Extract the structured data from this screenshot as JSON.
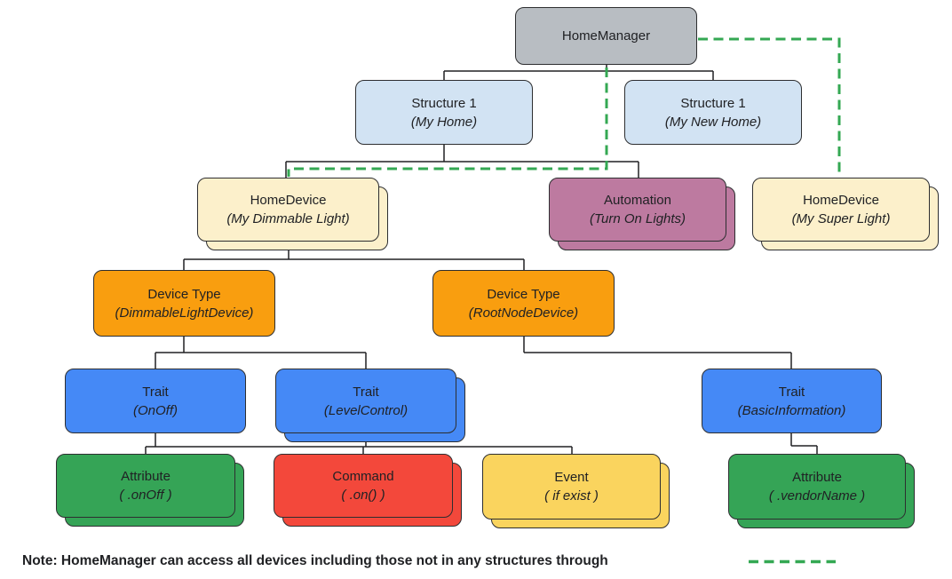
{
  "palette": {
    "gray": "#b8bdc2",
    "light_blue": "#d2e3f3",
    "cream": "#fcf0cb",
    "purple": "#bd7aa0",
    "orange": "#f99e0f",
    "blue": "#4589f6",
    "green": "#35a456",
    "red": "#f3483b",
    "yellow": "#fad45e",
    "line": "#202124",
    "dashed_green": "#34a853"
  },
  "nodes": [
    {
      "id": "homemanager",
      "label": "HomeManager",
      "sublabel": "",
      "color": "gray",
      "stacked": false
    },
    {
      "id": "structure-my-home",
      "label": "Structure 1",
      "sublabel": "(My Home)",
      "color": "light_blue",
      "stacked": false
    },
    {
      "id": "structure-my-new-home",
      "label": "Structure 1",
      "sublabel": "(My New Home)",
      "color": "light_blue",
      "stacked": false
    },
    {
      "id": "homedevice-my-dimmable-light",
      "label": "HomeDevice",
      "sublabel": "(My Dimmable Light)",
      "color": "cream",
      "stacked": true
    },
    {
      "id": "automation-turn-on-lights",
      "label": "Automation",
      "sublabel": "(Turn On Lights)",
      "color": "purple",
      "stacked": true
    },
    {
      "id": "homedevice-my-super-light",
      "label": "HomeDevice",
      "sublabel": "(My Super Light)",
      "color": "cream",
      "stacked": true
    },
    {
      "id": "devicetype-dimmablelightdevice",
      "label": "Device Type",
      "sublabel": "(DimmableLightDevice)",
      "color": "orange",
      "stacked": false
    },
    {
      "id": "devicetype-rootnodedevice",
      "label": "Device Type",
      "sublabel": "(RootNodeDevice)",
      "color": "orange",
      "stacked": false
    },
    {
      "id": "trait-onoff",
      "label": "Trait",
      "sublabel": "(OnOff)",
      "color": "blue",
      "stacked": false
    },
    {
      "id": "trait-levelcontrol",
      "label": "Trait",
      "sublabel": "(LevelControl)",
      "color": "blue",
      "stacked": true
    },
    {
      "id": "trait-basicinformation",
      "label": "Trait",
      "sublabel": "(BasicInformation)",
      "color": "blue",
      "stacked": false
    },
    {
      "id": "attribute-onoff",
      "label": "Attribute",
      "sublabel": "( .onOff )",
      "color": "green",
      "stacked": true
    },
    {
      "id": "command-on",
      "label": "Command",
      "sublabel": "( .on() )",
      "color": "red",
      "stacked": true
    },
    {
      "id": "event-if-exist",
      "label": "Event",
      "sublabel": "( if exist )",
      "color": "yellow",
      "stacked": true
    },
    {
      "id": "attribute-vendorname",
      "label": "Attribute",
      "sublabel": "( .vendorName )",
      "color": "green",
      "stacked": true
    }
  ],
  "note": {
    "text": "Note: HomeManager can access all devices including those not in any structures through"
  }
}
